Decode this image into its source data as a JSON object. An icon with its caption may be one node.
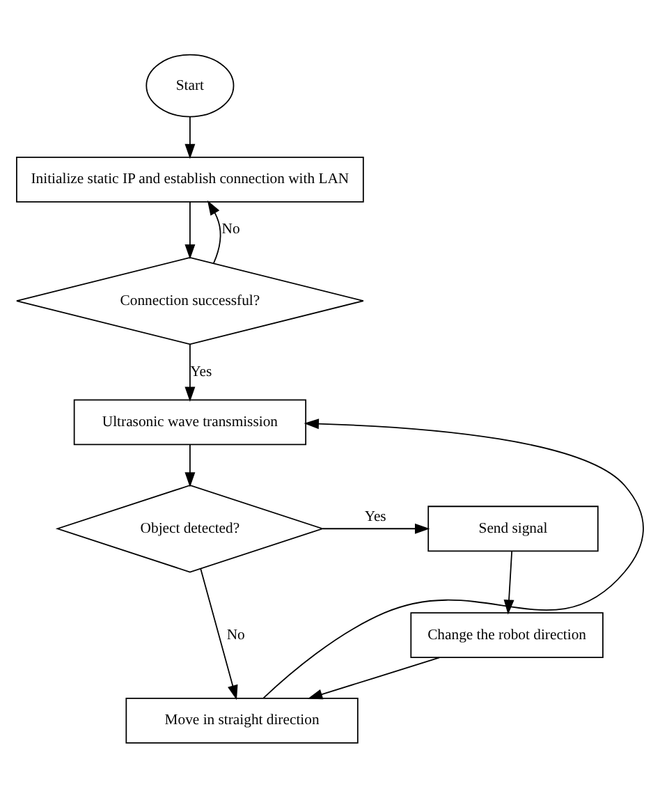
{
  "diagram": {
    "nodes": [
      {
        "text": [
          "Start"
        ]
      },
      {
        "text": [
          "Initialize static IP and establish connection with LAN"
        ]
      },
      {
        "text": [
          "Connection successful?"
        ]
      },
      {
        "text": [
          "Ultrasonic wave transmission"
        ]
      },
      {
        "text": [
          "Object detected?"
        ]
      },
      {
        "text": [
          "Send signal"
        ]
      },
      {
        "text": [
          "Change the robot direction"
        ]
      },
      {
        "text": [
          "Move in straight direction"
        ]
      }
    ],
    "edges": [
      {
        "from": 0,
        "to": 1,
        "arrow": "to"
      },
      {
        "from": 1,
        "to": 2,
        "arrow": "to"
      },
      {
        "from": 2,
        "to": 1,
        "arrow": "to",
        "label": "No"
      },
      {
        "from": 2,
        "to": 3,
        "arrow": "to",
        "label": "Yes"
      },
      {
        "from": 3,
        "to": 4,
        "arrow": "to"
      },
      {
        "from": 4,
        "to": 5,
        "arrow": "to",
        "label": "Yes"
      },
      {
        "from": 5,
        "to": 6,
        "arrow": "to"
      },
      {
        "from": 6,
        "to": 7,
        "arrow": "to"
      },
      {
        "from": 4,
        "to": 7,
        "arrow": "to",
        "label": "No"
      },
      {
        "from": 7,
        "to": 3,
        "arrow": "to"
      }
    ]
  }
}
